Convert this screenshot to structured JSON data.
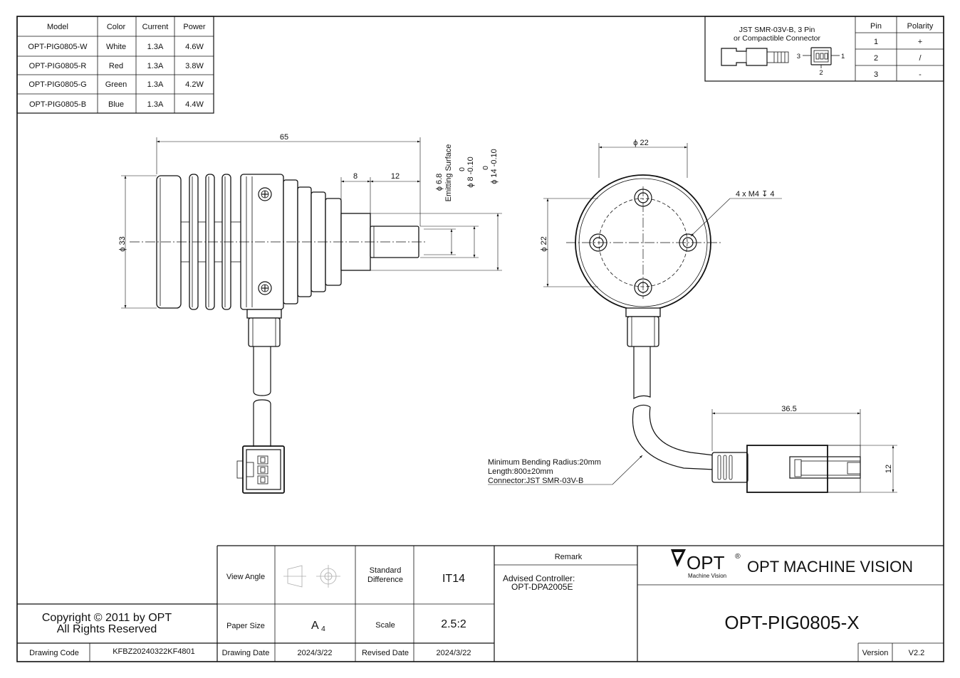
{
  "spec_table": {
    "headers": [
      "Model",
      "Color",
      "Current",
      "Power"
    ],
    "rows": [
      [
        "OPT-PIG0805-W",
        "White",
        "1.3A",
        "4.6W"
      ],
      [
        "OPT-PIG0805-R",
        "Red",
        "1.3A",
        "3.8W"
      ],
      [
        "OPT-PIG0805-G",
        "Green",
        "1.3A",
        "4.2W"
      ],
      [
        "OPT-PIG0805-B",
        "Blue",
        "1.3A",
        "4.4W"
      ]
    ]
  },
  "connector_box": {
    "title_line1": "JST SMR-03V-B, 3 Pin",
    "title_line2": "or Compactible Connector",
    "pin_labels": [
      "3",
      "1",
      "2"
    ],
    "pin_header": "Pin",
    "polarity_header": "Polarity",
    "pins": [
      {
        "pin": "1",
        "polarity": "+"
      },
      {
        "pin": "2",
        "polarity": "/"
      },
      {
        "pin": "3",
        "polarity": "-"
      }
    ]
  },
  "dimensions": {
    "overall_length": "65",
    "step_a": "8",
    "step_b": "12",
    "emitting_diameter": "ϕ 6.8",
    "emitting_label": "Emitting Surface",
    "dia_8": "ϕ 8 -0.10",
    "dia_8_upper": "0",
    "dia_14": "ϕ 14 -0.10",
    "dia_14_upper": "0",
    "dia_33": "ϕ 33",
    "front_width": "ϕ 22",
    "front_height": "ϕ 22",
    "mount_holes": "4 x M4 ↧ 4",
    "connector_length": "36.5",
    "connector_height": "12"
  },
  "cable_notes": {
    "line1": "Minimum Bending Radius:20mm",
    "line2": "Length:800±20mm",
    "line3": "Connector:JST SMR-03V-B"
  },
  "title_block": {
    "view_angle_label": "View Angle",
    "standard_difference_label": "Standard Difference",
    "standard_difference_value": "IT14",
    "remark_label": "Remark",
    "remark_line1": "Advised Controller:",
    "remark_line2": "OPT-DPA2005E",
    "logo_text": "OPT",
    "logo_registered": "®",
    "logo_sub": "Machine Vision",
    "company": "OPT MACHINE VISION",
    "copyright_line1": "Copyright © 2011 by OPT",
    "copyright_line2": "All Rights Reserved",
    "paper_size_label": "Paper Size",
    "paper_size_value": "A",
    "paper_size_sub": "4",
    "scale_label": "Scale",
    "scale_value": "2.5:2",
    "part_number": "OPT-PIG0805-X",
    "drawing_code_label": "Drawing Code",
    "drawing_code_value": "KFBZ20240322KF4801",
    "drawing_date_label": "Drawing Date",
    "drawing_date_value": "2024/3/22",
    "revised_date_label": "Revised Date",
    "revised_date_value": "2024/3/22",
    "version_label": "Version",
    "version_value": "V2.2"
  }
}
